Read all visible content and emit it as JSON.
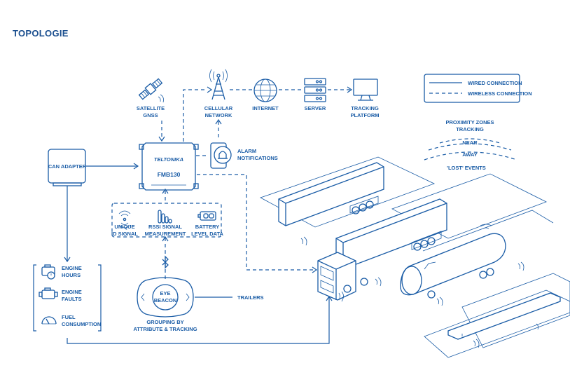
{
  "page": {
    "title": "TOPOLOGIE"
  },
  "legend": {
    "wired": "WIRED CONNECTION",
    "wireless": "WIRELESS CONNECTION"
  },
  "proximity": {
    "title_line1": "PROXIMITY ZONES",
    "title_line2": "TRACKING",
    "near": "NEAR",
    "away": "AWAY",
    "lost": "'LOST' EVENTS"
  },
  "nodes": {
    "satellite": {
      "line1": "SATELLITE",
      "line2": "GNSS"
    },
    "cellular": {
      "line1": "CELLULAR",
      "line2": "NETWORK"
    },
    "internet": {
      "line1": "INTERNET"
    },
    "server": {
      "line1": "SERVER"
    },
    "platform": {
      "line1": "TRACKING",
      "line2": "PLATFORM"
    },
    "can": {
      "line1": "CAN ADAPTER"
    },
    "device": {
      "brand": "TELTONIKA",
      "model": "FMB130"
    },
    "alarm": {
      "line1": "ALARM",
      "line2": "NOTIFICATIONS"
    },
    "unique_id": {
      "line1": "UNIQUE",
      "line2": "ID SIGNAL"
    },
    "rssi": {
      "line1": "RSSI SIGNAL",
      "line2": "MEASUREMENT"
    },
    "battery": {
      "line1": "BATTERY",
      "line2": "LEVEL DATA"
    },
    "beacon": {
      "line1": "EYE",
      "line2": "BEACON"
    },
    "grouping": {
      "line1": "GROUPING BY",
      "line2": "ATTRIBUTE & TRACKING"
    },
    "trailers": {
      "line1": "TRAILERS"
    },
    "engine_hours": {
      "line1": "ENGINE",
      "line2": "HOURS"
    },
    "engine_faults": {
      "line1": "ENGINE",
      "line2": "FAULTS"
    },
    "fuel": {
      "line1": "FUEL",
      "line2": "CONSUMPTION"
    }
  }
}
